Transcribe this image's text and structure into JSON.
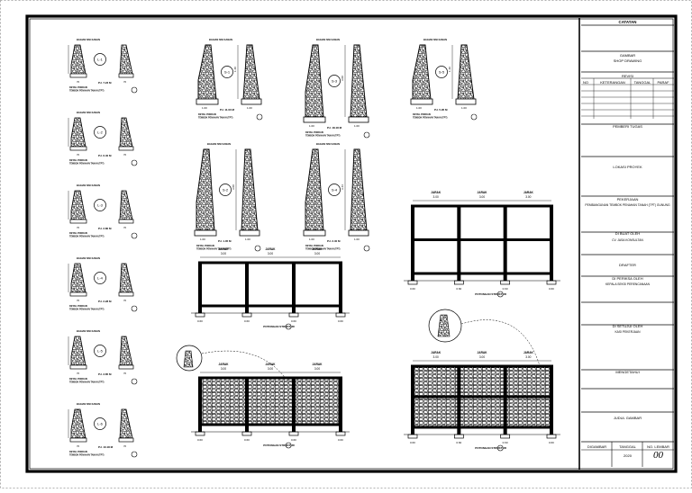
{
  "title_block": {
    "notes_header": "CATATAN",
    "drawing_header": "GAMBAR",
    "drawing_value": "SHOP DRAWING",
    "revisi_header": "REVISI",
    "revisi_columns": [
      "NO",
      "KETERANGAN",
      "TANGGAL",
      "PARAF"
    ],
    "pemberi_tugas": "PEMBERI TUGAS",
    "lokasi": "LOKASI PROYEK",
    "pekerjaan": "PEKERJAAN",
    "pekerjaan_value": "PEMBANGUNAN TEMBOK PENAHAN TANAH (TPT) GUNUNG",
    "dibuat_oleh": "DI BUAT OLEH",
    "dibuat_value": "CV. JASA KONSULTAN",
    "drafter": "DRAFTER",
    "diperiksa": "DI PERIKSA OLEH",
    "diperiksa_value": "KEPALA SEKSI PERENCANAAN",
    "setuju": "DI SETUJUI OLEH",
    "setuju_value": "KASI PEKERJAAN",
    "mengetahui": "MENGETAHUI",
    "judul": "JUDUL GAMBAR",
    "footer_labels": [
      "DIGAMBAR",
      "TANGGAL",
      "NO. LEMBAR"
    ],
    "year": "2020",
    "sheet_no": "00"
  },
  "wall_sections": {
    "header": "BAGIAN SISI KANAN",
    "left_column": [
      {
        "tag": "L-1",
        "length": "PJ. 7.23 M"
      },
      {
        "tag": "L-2",
        "length": "PJ. 6.40 M"
      },
      {
        "tag": "L-3",
        "length": "PJ. 2.80 M"
      },
      {
        "tag": "L-4",
        "length": "PJ. 2.28 M"
      },
      {
        "tag": "L-5",
        "length": "PJ. 3.85 M"
      },
      {
        "tag": "L-6",
        "length": "PJ. 10.18 M"
      }
    ],
    "caption_1": "DETAIL PONDASI",
    "caption_2": "TEMBOK PENAHAN TANAH (TPT)",
    "upper_big": [
      {
        "tag": "S-1",
        "length": "PJ. 11.00 M",
        "height": "1.40"
      },
      {
        "tag": "S-3",
        "length": "PJ. 18.18 M",
        "height": "3.00"
      },
      {
        "tag": "S-5",
        "length": "PJ. 5.95 M",
        "height": "1.40"
      }
    ],
    "lower_big": [
      {
        "tag": "S-2",
        "length": "PJ. 1.35 M",
        "height": "3.00"
      },
      {
        "tag": "S-4",
        "length": "PJ. 2.40 M",
        "height": "3.44"
      }
    ],
    "base_width": "1.00",
    "small_base": "70"
  },
  "frames": {
    "jarak_label": "JARAK",
    "span": "3.00",
    "col_dim": "0.60",
    "struktur_label": "POTONGAN STRUKTUR"
  }
}
